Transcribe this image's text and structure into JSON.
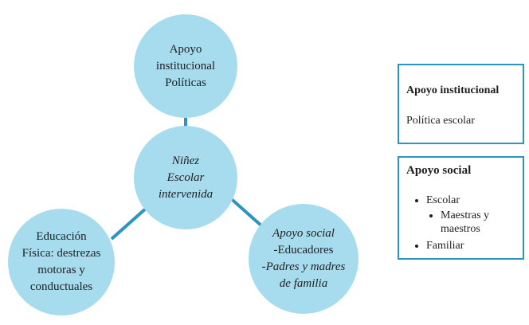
{
  "diagram": {
    "nodes": {
      "top": {
        "lines": [
          "Apoyo",
          "institucional",
          "Políticas"
        ]
      },
      "center": {
        "lines": [
          "Niñez",
          "Escolar",
          "intervenida"
        ]
      },
      "left": {
        "lines": [
          "Educación",
          "Física: destrezas",
          "motoras y",
          "conductuales"
        ]
      },
      "right": {
        "lines": [
          "Apoyo social",
          "-Educadores",
          "-Padres y madres",
          "de familia"
        ]
      }
    },
    "colors": {
      "node_fill": "#a6dcee",
      "connector": "#2a95bf",
      "box_border": "#2a95bf"
    }
  },
  "legend": {
    "institucional": {
      "title": "Apoyo institucional",
      "text": "Política escolar"
    },
    "social": {
      "title": "Apoyo social",
      "items": {
        "escolar": "Escolar",
        "maestras": "Maestras y maestros",
        "familiar": "Familiar"
      }
    }
  }
}
